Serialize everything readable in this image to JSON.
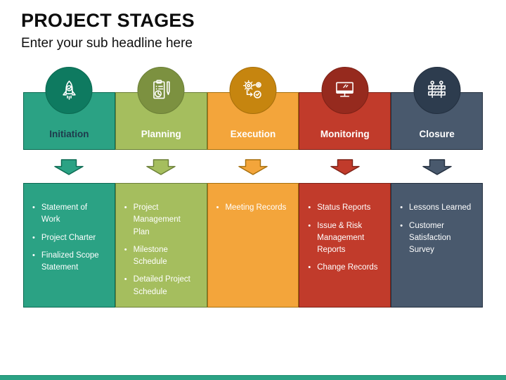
{
  "slide": {
    "title": "PROJECT STAGES",
    "subtitle": "Enter your sub headline here"
  },
  "footer": {
    "bar_color": "#2BA284"
  },
  "stages": [
    {
      "label": "Initiation",
      "icon": "rocket-icon",
      "colors": {
        "header": "#2BA284",
        "circle": "#0E7A60",
        "dark": "#0B6A52",
        "label": "#1E3A4C",
        "text": "#FFFFFF"
      },
      "items": [
        "Statement of Work",
        "Project Charter",
        "Finalized Scope Statement"
      ]
    },
    {
      "label": "Planning",
      "icon": "clipboard-pen-icon",
      "colors": {
        "header": "#A5BE5E",
        "circle": "#7C9140",
        "dark": "#6B7F37",
        "label": "#FFFFFF",
        "text": "#FFFFFF"
      },
      "items": [
        "Project Management Plan",
        "Milestone Schedule",
        "Detailed Project Schedule"
      ]
    },
    {
      "label": "Execution",
      "icon": "gears-icon",
      "colors": {
        "header": "#F3A53B",
        "circle": "#C6850F",
        "dark": "#A66F0C",
        "label": "#FFFFFF",
        "text": "#FFFFFF"
      },
      "items": [
        "Meeting Records"
      ]
    },
    {
      "label": "Monitoring",
      "icon": "monitor-icon",
      "colors": {
        "header": "#C13B2B",
        "circle": "#962A1E",
        "dark": "#7D2217",
        "label": "#FFFFFF",
        "text": "#FFFFFF"
      },
      "items": [
        "Status Reports",
        "Issue & Risk Management Reports",
        "Change Records"
      ]
    },
    {
      "label": "Closure",
      "icon": "barrier-icon",
      "colors": {
        "header": "#49596D",
        "circle": "#2D3C4E",
        "dark": "#232F3F",
        "label": "#FFFFFF",
        "text": "#FFFFFF"
      },
      "items": [
        "Lessons Learned",
        "Customer Satisfaction Survey"
      ]
    }
  ]
}
